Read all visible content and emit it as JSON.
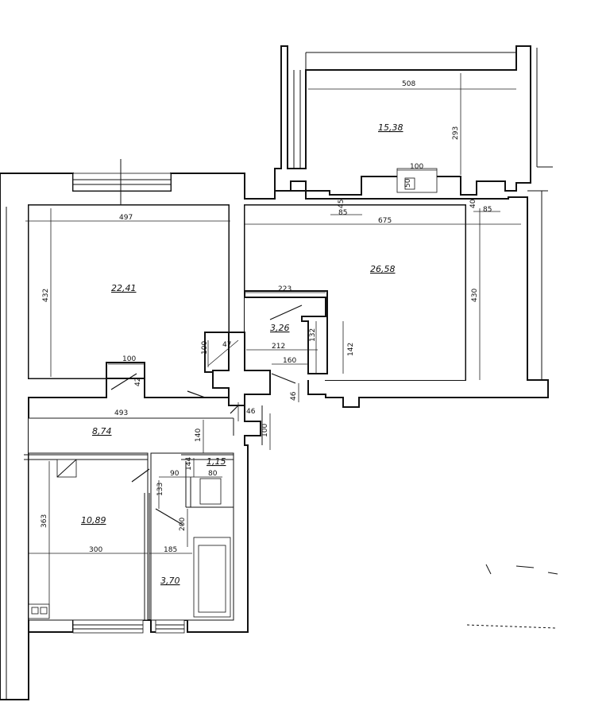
{
  "rooms": [
    {
      "id": "room-15-38",
      "area": "15,38"
    },
    {
      "id": "room-22-41",
      "area": "22,41"
    },
    {
      "id": "room-26-58",
      "area": "26,58"
    },
    {
      "id": "room-3-26",
      "area": "3,26"
    },
    {
      "id": "room-8-74",
      "area": "8,74"
    },
    {
      "id": "room-1-15",
      "area": "1,15"
    },
    {
      "id": "room-10-89",
      "area": "10,89"
    },
    {
      "id": "room-3-70",
      "area": "3,70"
    }
  ],
  "dimensions": {
    "d508": "508",
    "d293": "293",
    "d100a": "100",
    "d50": "50",
    "d45": "45",
    "d85a": "85",
    "d40": "40",
    "d85b": "85",
    "d497": "497",
    "d675": "675",
    "d432": "432",
    "d430": "430",
    "d223": "223",
    "d212": "212",
    "d132": "132",
    "d142": "142",
    "d100b": "100",
    "d47": "47",
    "d100c": "100",
    "d42": "42",
    "d160": "160",
    "d46a": "46",
    "d493": "493",
    "d46b": "46",
    "d100d": "100",
    "d140": "140",
    "d363": "363",
    "d90": "90",
    "d80": "80",
    "d144": "144",
    "d133": "133",
    "d200": "200",
    "d300": "300",
    "d185": "185"
  }
}
